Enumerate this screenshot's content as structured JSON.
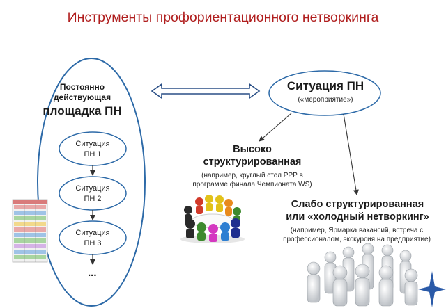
{
  "title": "Инструменты профориентационного нетворкинга",
  "platform": {
    "line1": "Постоянно",
    "line2": "действующая",
    "line3": "площадка ПН",
    "situations": [
      "Ситуация",
      "ПН 1",
      "Ситуация",
      "ПН 2",
      "Ситуация",
      "ПН 3"
    ],
    "more": "..."
  },
  "situation_pn": {
    "title": "Ситуация ПН",
    "subtitle": "(«мероприятие»)"
  },
  "high_structured": {
    "line1": "Высоко",
    "line2": "структурированная",
    "example1": "(например, круглый стол РРР в",
    "example2": "программе финала Чемпионата WS)"
  },
  "low_structured": {
    "line1": "Слабо структурированная",
    "line2": "или «холодный нетворкинг»",
    "example1": "(например, Ярмарка вакансий, встреча с",
    "example2": "профессионалом, экскурсия на предприятие)"
  },
  "colors": {
    "title": "#b01e1e",
    "ellipse_stroke": "#2d6aa8",
    "arrow": "#333333",
    "star": "#2a5aa8"
  }
}
